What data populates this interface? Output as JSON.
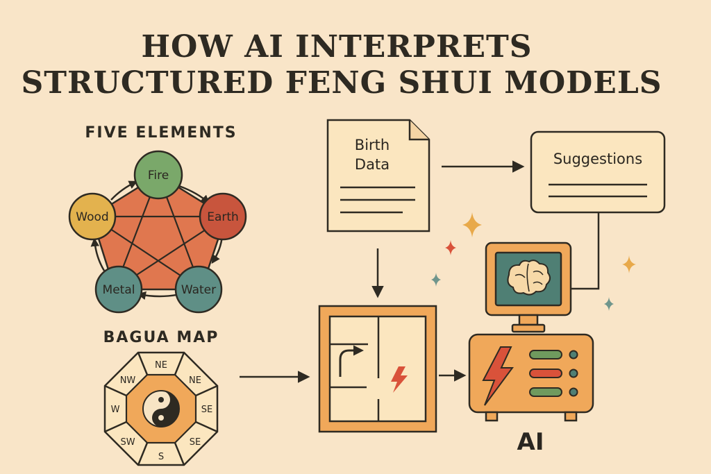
{
  "title": {
    "line1": "HOW AI INTERPRETS",
    "line2": "STRUCTURED FENG SHUI MODELS"
  },
  "five_elements": {
    "heading": "FIVE ELEMENTS",
    "nodes": [
      {
        "label": "Fire",
        "color": "#7aa86a"
      },
      {
        "label": "Earth",
        "color": "#c8553d"
      },
      {
        "label": "Water",
        "color": "#5f8f86"
      },
      {
        "label": "Metal",
        "color": "#5f8f86"
      },
      {
        "label": "Wood",
        "color": "#e3b24e"
      }
    ],
    "pentagon_color": "#e0774f"
  },
  "bagua": {
    "heading": "BAGUA MAP",
    "directions": [
      "NE",
      "NW",
      "NE",
      "W",
      "SE",
      "SW",
      "SE",
      "S"
    ]
  },
  "birth_data": {
    "line1": "Birth",
    "line2": "Data"
  },
  "suggestions": {
    "label": "Suggestions"
  },
  "ai_label": "AI",
  "colors": {
    "background": "#f9e5c8",
    "paper": "#fbe6bf",
    "orange": "#f0a85a",
    "red": "#d9523a",
    "green": "#6f9a5e",
    "teal": "#4f7f74",
    "outline": "#2e2a22"
  },
  "icons": [
    "document-icon",
    "floor-plan-icon",
    "lightning-icon",
    "brain-icon",
    "monitor-icon",
    "machine-icon",
    "yin-yang-icon",
    "sparkle-icon"
  ]
}
